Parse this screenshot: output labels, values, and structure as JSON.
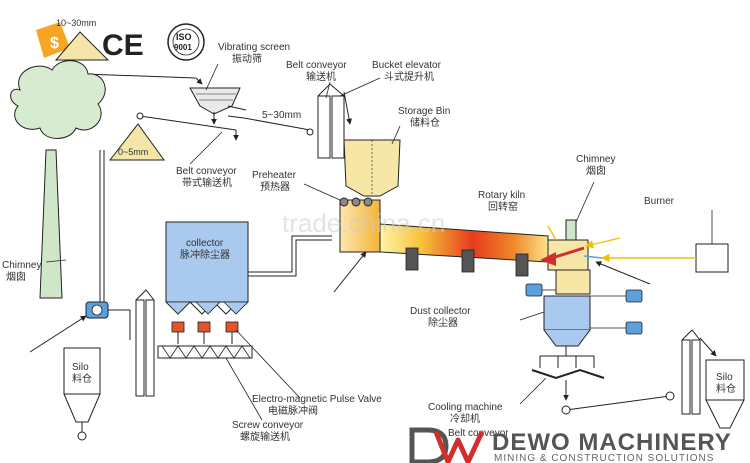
{
  "labels": {
    "size_top": "10~30mm",
    "vibrating_screen_en": "Vibrating screen",
    "vibrating_screen_zh": "振动筛",
    "belt_conveyor_top_en": "Belt conveyor",
    "belt_conveyor_top_zh": "输送机",
    "bucket_elevator_en": "Bucket elevator",
    "bucket_elevator_zh": "斗式提升机",
    "size_mid": "5~30mm",
    "storage_bin_en": "Storage Bin",
    "storage_bin_zh": "储料仓",
    "size_fine": "0~5mm",
    "belt_conveyor_mid_en": "Belt conveyor",
    "belt_conveyor_mid_zh": "带式输送机",
    "preheater_en": "Preheater",
    "preheater_zh": "预热器",
    "chimney_right_en": "Chimney",
    "chimney_right_zh": "烟囱",
    "rotary_kiln_en": "Rotary kiln",
    "rotary_kiln_zh": "回转窑",
    "burner_en": "Burner",
    "chimney_left_en": "Chimney",
    "chimney_left_zh": "烟囱",
    "collector_en": "collector",
    "collector_zh": "脉冲除尘器",
    "dust_collector_en": "Dust collector",
    "dust_collector_zh": "除尘器",
    "silo_left_en": "Silo",
    "silo_left_zh": "料仓",
    "silo_right_en": "Silo",
    "silo_right_zh": "料仓",
    "pulse_valve_en": "Electro-magnetic Pulse Valve",
    "pulse_valve_zh": "电磁脉冲阀",
    "screw_conveyor_en": "Screw conveyor",
    "screw_conveyor_zh": "螺旋输送机",
    "cooling_machine_en": "Cooling machine",
    "cooling_machine_zh": "冷却机",
    "belt_conveyor_bottom_en": "Belt conveyor"
  },
  "marks": {
    "ce": "CE",
    "iso_top": "ISO",
    "iso_num": "9001"
  },
  "watermark": "trade.china.cn",
  "brand": {
    "name": "DEWO MACHINERY",
    "tagline": "MINING & CONSTRUCTION SOLUTIONS"
  },
  "colors": {
    "chimney_green": "#cfe6c8",
    "collector_blue": "#a9c9ee",
    "bin_yellow": "#f7e7a6",
    "flow_arrow": "#f2c200",
    "fan_blue": "#5aa0dc",
    "brand_red": "#d22e2e",
    "brand_gray": "#555555"
  }
}
